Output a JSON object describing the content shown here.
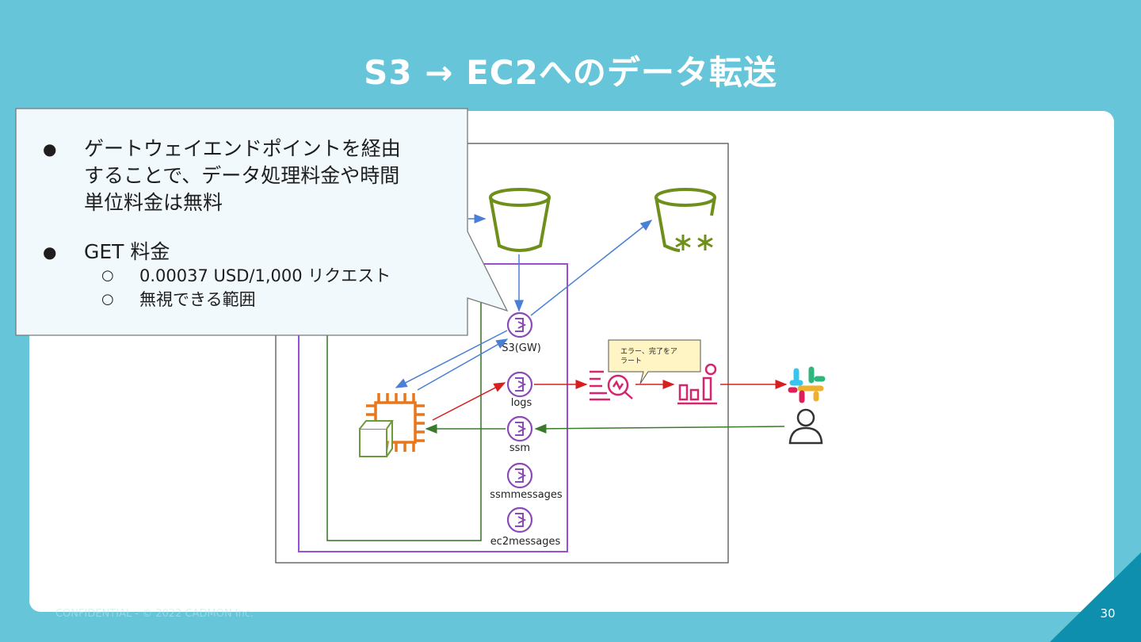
{
  "slide": {
    "title": "S3 → EC2へのデータ転送",
    "page_number": "30",
    "footer": "CONFIDENTIAL - © 2022 CADMON Inc."
  },
  "callout": {
    "bullets": [
      {
        "text": "ゲートウェイエンドポイントを経由することで、データ処理料金や時間単位料金は無料",
        "lines": [
          "ゲートウェイエンドポイントを経由",
          "することで、データ処理料金や時間",
          "単位料金は無料"
        ]
      },
      {
        "text": "GET 料金",
        "subitems": [
          "0.00037 USD/1,000 リクエスト",
          "無視できる範囲"
        ]
      }
    ]
  },
  "diagram": {
    "endpoints": [
      "S3(GW)",
      "logs",
      "ssm",
      "ssmmessages",
      "ec2messages"
    ],
    "alert_note": [
      "エラー、完了をア",
      "ラート"
    ],
    "colors": {
      "bucket": "#6f8f1a",
      "endpoint": "#8b4ab8",
      "ec2": "#e8761b",
      "alert": "#d6246e",
      "vpc_border": "#9a4fd1",
      "subnet_border": "#3f7a2f",
      "flow_blue": "#4a7fd6",
      "flow_red": "#d81e1e",
      "flow_green": "#3a7a2a"
    }
  }
}
